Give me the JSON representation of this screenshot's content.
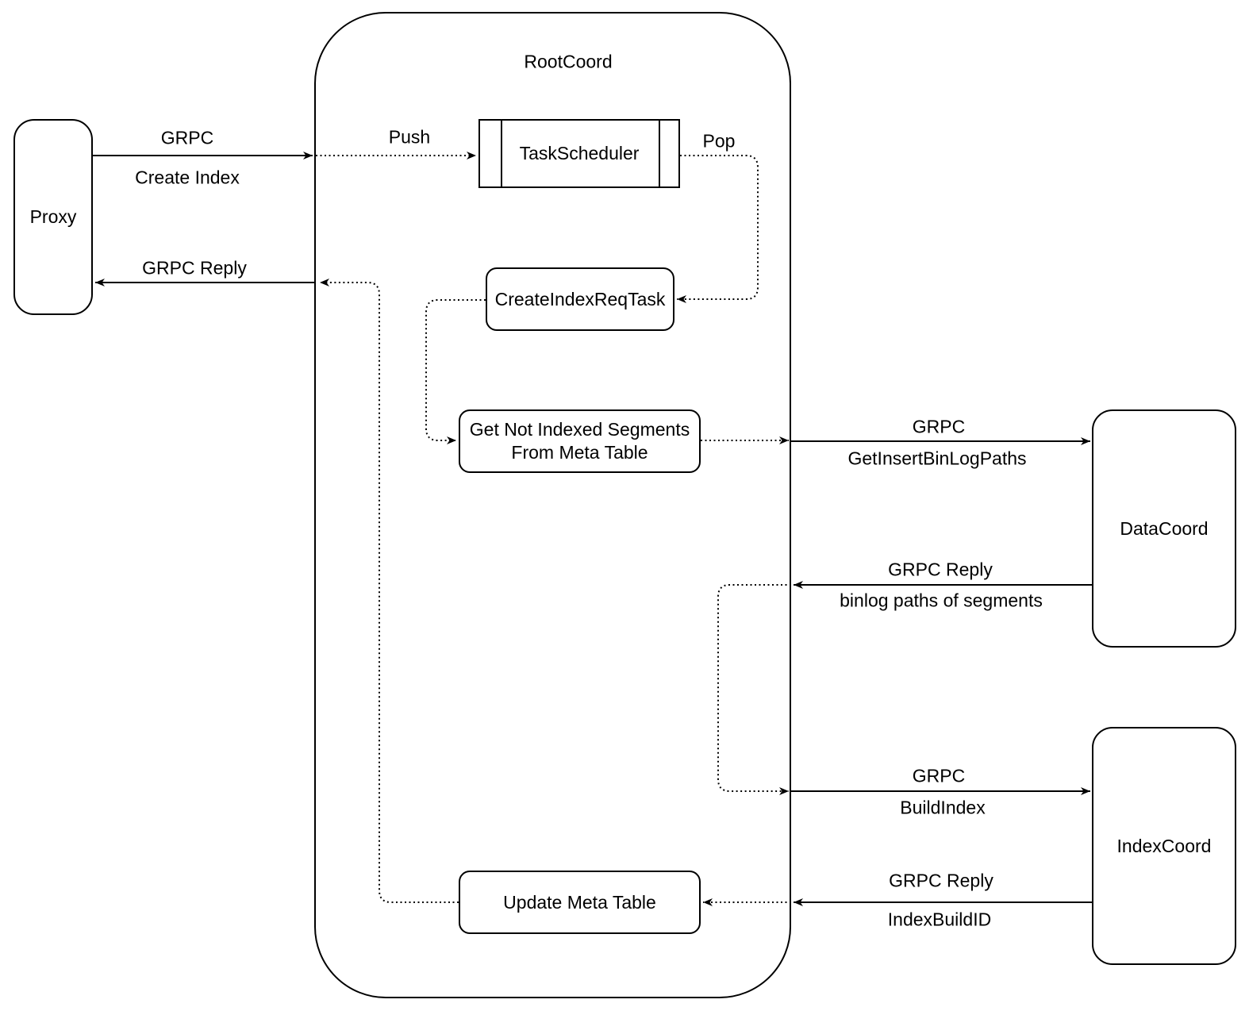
{
  "diagram": {
    "title": "RootCoord",
    "colors": {
      "stroke": "#000000",
      "background": "#ffffff"
    },
    "nodes": {
      "proxy": {
        "label": "Proxy"
      },
      "task_scheduler": {
        "label": "TaskScheduler"
      },
      "create_index_req_task": {
        "label": "CreateIndexReqTask"
      },
      "get_not_indexed_segments": {
        "line1": "Get Not Indexed Segments",
        "line2": "From Meta Table"
      },
      "update_meta_table": {
        "label": "Update Meta Table"
      },
      "data_coord": {
        "label": "DataCoord"
      },
      "index_coord": {
        "label": "IndexCoord"
      }
    },
    "edges": {
      "create_index": {
        "line1": "GRPC",
        "line2": "Create Index"
      },
      "push": {
        "label": "Push"
      },
      "pop": {
        "label": "Pop"
      },
      "grpc_reply_proxy": {
        "label": "GRPC Reply"
      },
      "get_insert_binlog_paths": {
        "line1": "GRPC",
        "line2": "GetInsertBinLogPaths"
      },
      "binlog_paths_reply": {
        "line1": "GRPC Reply",
        "line2": "binlog paths of segments"
      },
      "build_index": {
        "line1": "GRPC",
        "line2": "BuildIndex"
      },
      "index_build_id_reply": {
        "line1": "GRPC Reply",
        "line2": "IndexBuildID"
      }
    }
  }
}
